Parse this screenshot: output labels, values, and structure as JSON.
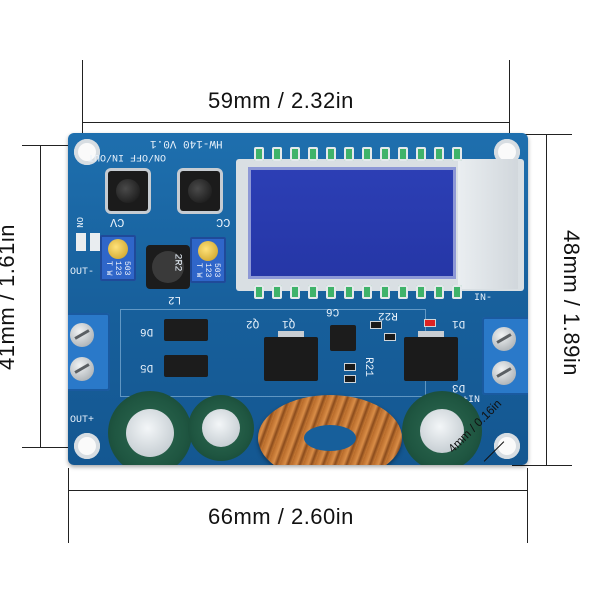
{
  "dimensions": {
    "top": "59mm / 2.32in",
    "bottom": "66mm / 2.60in",
    "left": "41mm / 1.61in",
    "right": "48mm / 1.89in",
    "hole": "4mm / 0.16in"
  },
  "board_labels": {
    "model": "HW-140 V0.1",
    "buttons": "ON/OFF IN/OUT",
    "cv": "CV",
    "cc": "CC",
    "on": "ON",
    "out_minus": "OUT-",
    "out_plus": "OUT+",
    "in_minus": "IN-",
    "in_plus": "+IN",
    "l2": "L2",
    "d6": "D6",
    "d5": "D5",
    "q2": "Q2",
    "q1": "Q1",
    "c6": "C6",
    "r22": "R22",
    "d1": "D1",
    "r21": "R21",
    "d3": "D3",
    "inductor_code": "2R2",
    "trimmer_code": "503 123 T W"
  }
}
